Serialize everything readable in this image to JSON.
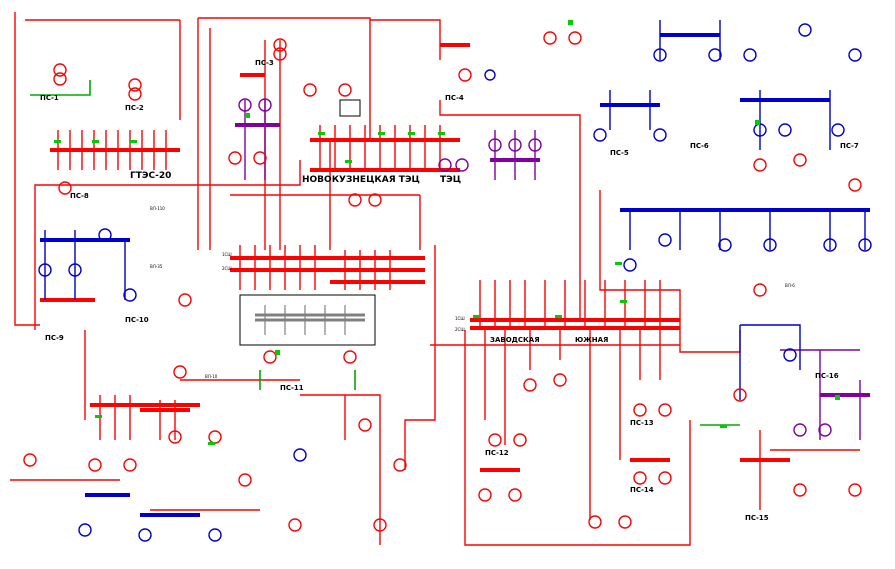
{
  "diagram": {
    "title": "Power system single-line diagram",
    "stations": {
      "gtes": "ГТЭС-20",
      "tec": "ТЭЦ",
      "tec_full": "НОВОКУЗНЕЦКАЯ ТЭЦ",
      "zavodskaya": "ЗАВОДСКАЯ",
      "yuzhnaya": "ЮЖНАЯ"
    },
    "substations": [
      "ПС-1",
      "ПС-2",
      "ПС-3",
      "ПС-4",
      "ПС-5",
      "ПС-6",
      "ПС-7",
      "ПС-8",
      "ПС-9",
      "ПС-10",
      "ПС-11",
      "ПС-12",
      "ПС-13",
      "ПС-14",
      "ПС-15",
      "ПС-16"
    ],
    "bus_labels": [
      "1СШ",
      "2СШ",
      "1СШ",
      "2СШ"
    ],
    "line_labels": [
      "ВЛ-110",
      "ВЛ-35",
      "ВЛ-10",
      "ВЛ-6"
    ],
    "colors": {
      "kv110": "#ff0000",
      "kv35": "#0000cc",
      "kv10": "#8000a0",
      "kv6": "#808080",
      "closed": "#00aa00"
    }
  }
}
